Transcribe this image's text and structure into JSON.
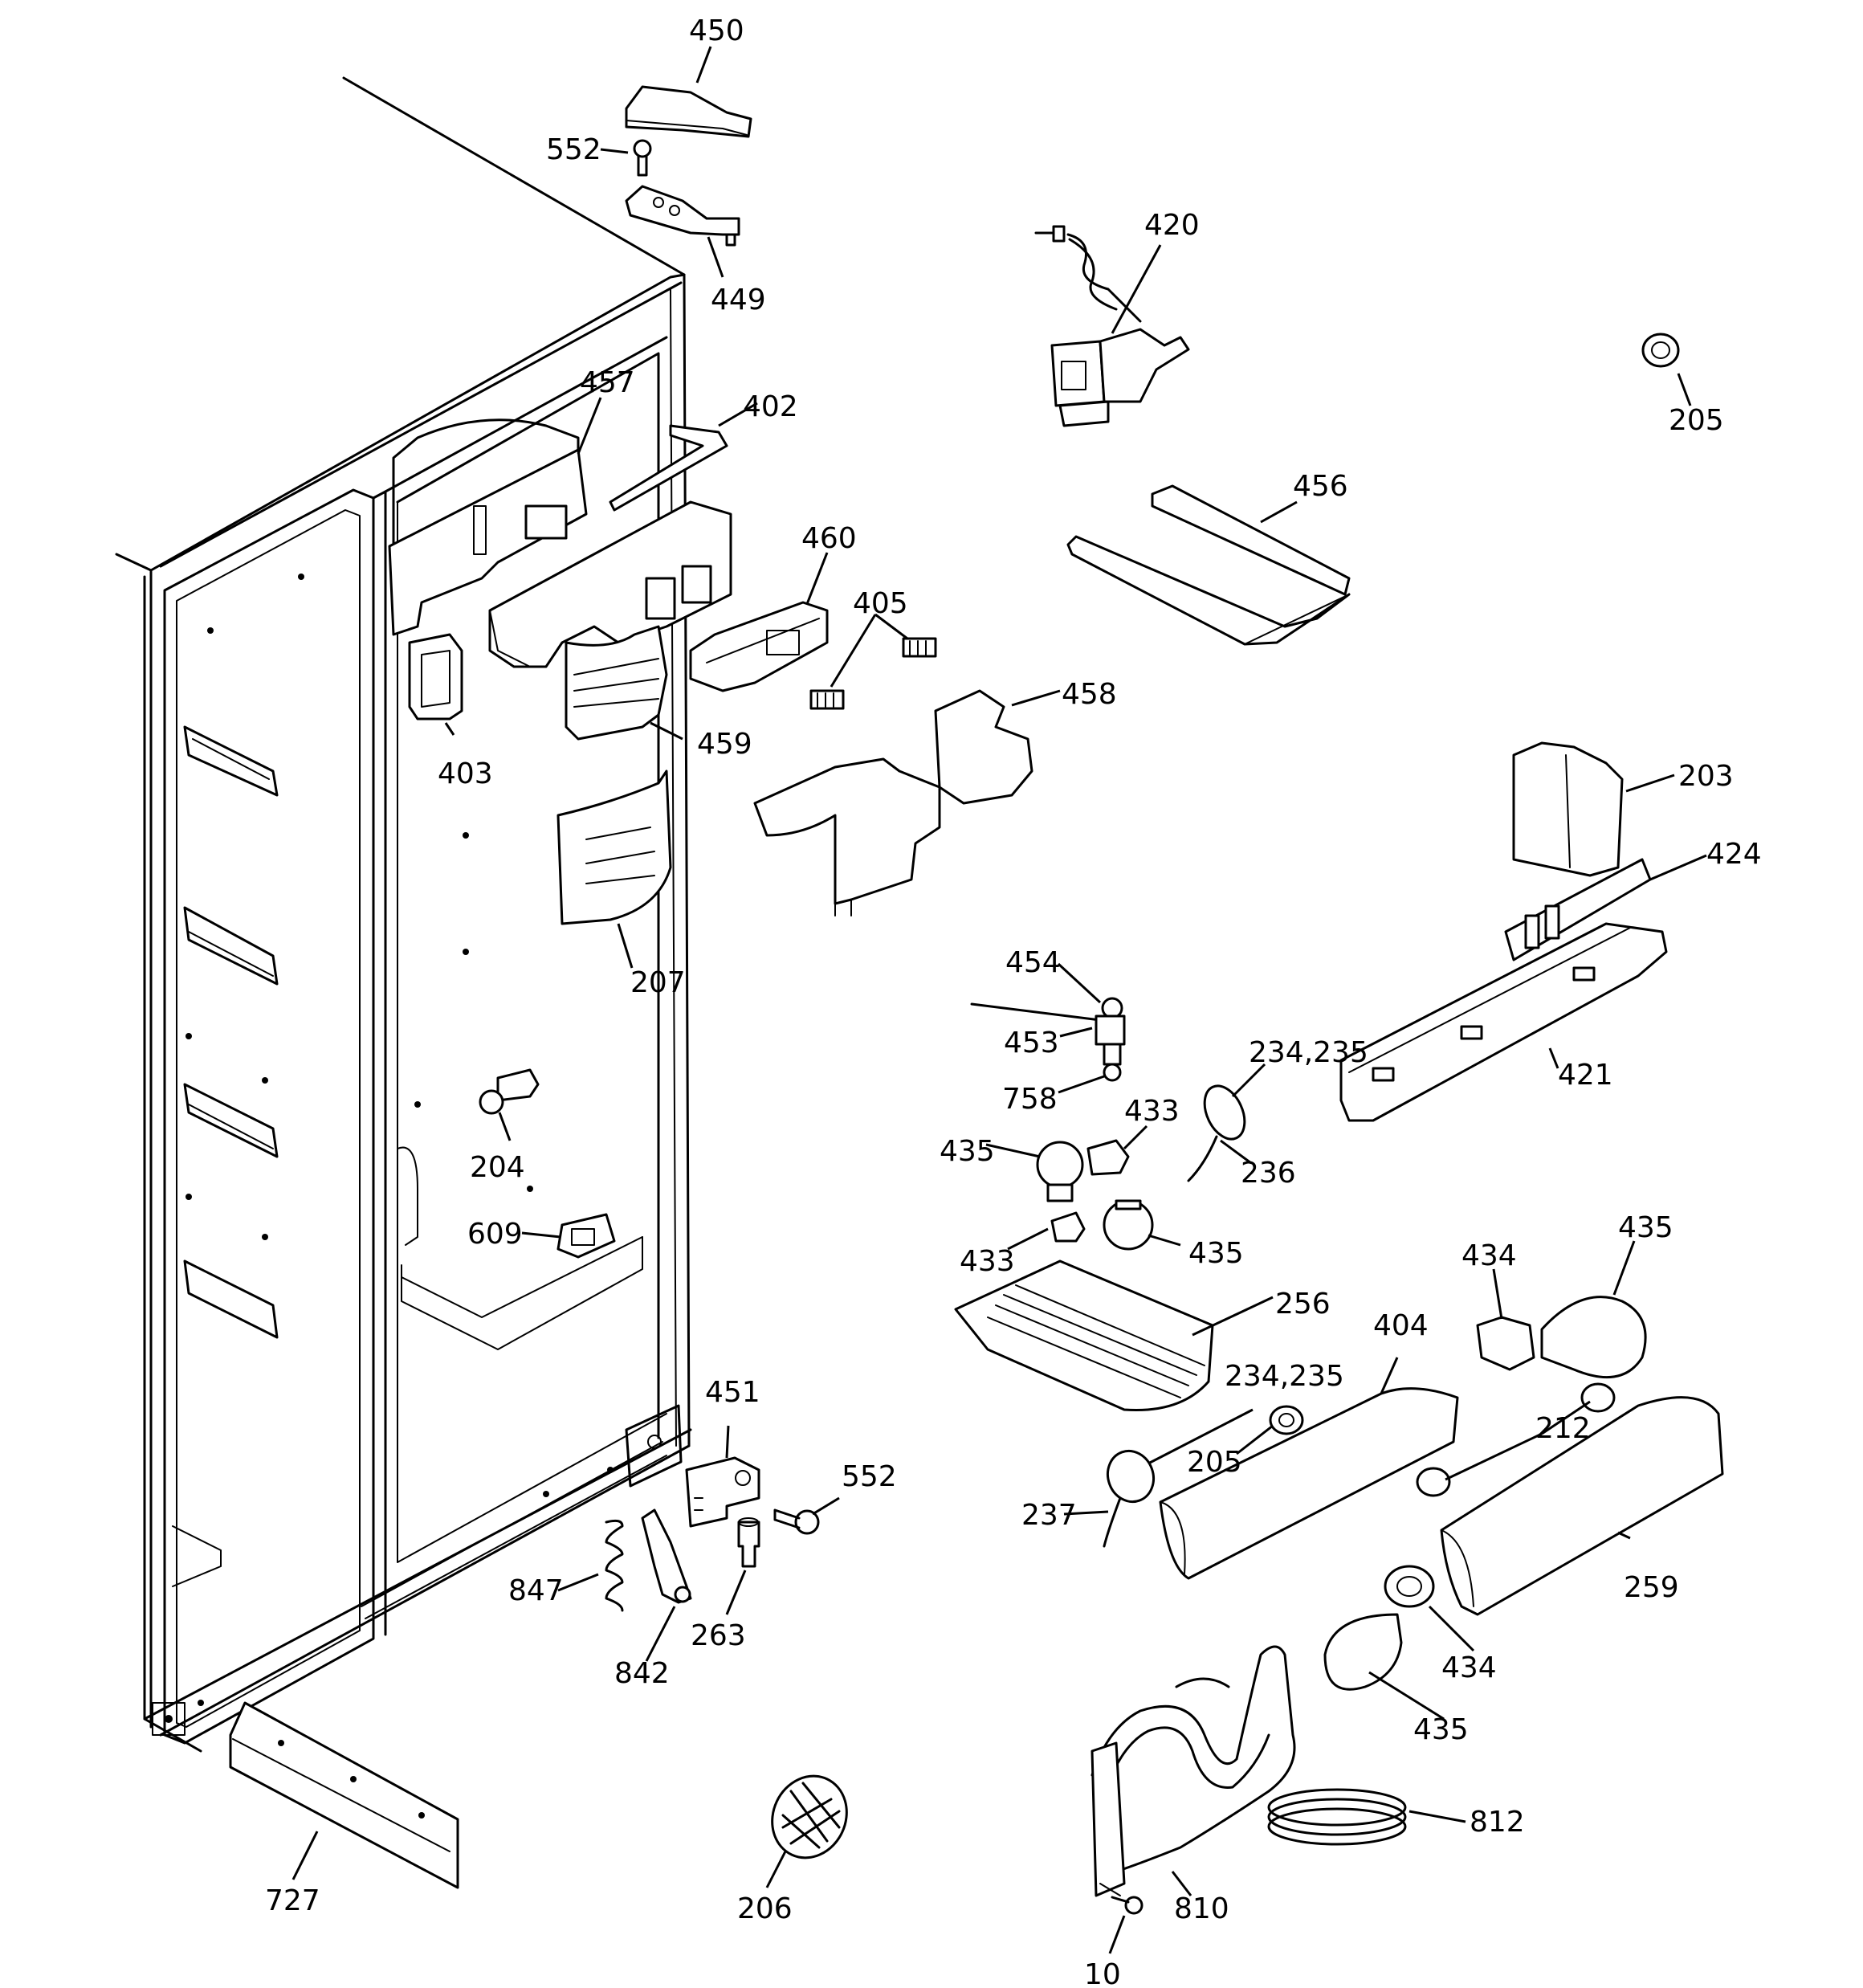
{
  "diagram": {
    "callouts": [
      {
        "id": "c450",
        "text": "450"
      },
      {
        "id": "c552a",
        "text": "552"
      },
      {
        "id": "c449",
        "text": "449"
      },
      {
        "id": "c420",
        "text": "420"
      },
      {
        "id": "c205a",
        "text": "205"
      },
      {
        "id": "c457",
        "text": "457"
      },
      {
        "id": "c402",
        "text": "402"
      },
      {
        "id": "c456",
        "text": "456"
      },
      {
        "id": "c460",
        "text": "460"
      },
      {
        "id": "c405",
        "text": "405"
      },
      {
        "id": "c458",
        "text": "458"
      },
      {
        "id": "c459",
        "text": "459"
      },
      {
        "id": "c403",
        "text": "403"
      },
      {
        "id": "c203",
        "text": "203"
      },
      {
        "id": "c424",
        "text": "424"
      },
      {
        "id": "c207",
        "text": "207"
      },
      {
        "id": "c454",
        "text": "454"
      },
      {
        "id": "c453",
        "text": "453"
      },
      {
        "id": "c758",
        "text": "758"
      },
      {
        "id": "c234a",
        "text": "234,235"
      },
      {
        "id": "c421",
        "text": "421"
      },
      {
        "id": "c433a",
        "text": "433"
      },
      {
        "id": "c435a",
        "text": "435"
      },
      {
        "id": "c236",
        "text": "236"
      },
      {
        "id": "c204",
        "text": "204"
      },
      {
        "id": "c609",
        "text": "609"
      },
      {
        "id": "c433b",
        "text": "433"
      },
      {
        "id": "c435b",
        "text": "435"
      },
      {
        "id": "c435c",
        "text": "435"
      },
      {
        "id": "c256",
        "text": "256"
      },
      {
        "id": "c434a",
        "text": "434"
      },
      {
        "id": "c404",
        "text": "404"
      },
      {
        "id": "c234b",
        "text": "234,235"
      },
      {
        "id": "c451",
        "text": "451"
      },
      {
        "id": "c552b",
        "text": "552"
      },
      {
        "id": "c212",
        "text": "212"
      },
      {
        "id": "c205b",
        "text": "205"
      },
      {
        "id": "c237",
        "text": "237"
      },
      {
        "id": "c259",
        "text": "259"
      },
      {
        "id": "c847",
        "text": "847"
      },
      {
        "id": "c263",
        "text": "263"
      },
      {
        "id": "c434b",
        "text": "434"
      },
      {
        "id": "c842",
        "text": "842"
      },
      {
        "id": "c435d",
        "text": "435"
      },
      {
        "id": "c812",
        "text": "812"
      },
      {
        "id": "c727",
        "text": "727"
      },
      {
        "id": "c206",
        "text": "206"
      },
      {
        "id": "c810",
        "text": "810"
      },
      {
        "id": "c10",
        "text": "10"
      }
    ]
  }
}
